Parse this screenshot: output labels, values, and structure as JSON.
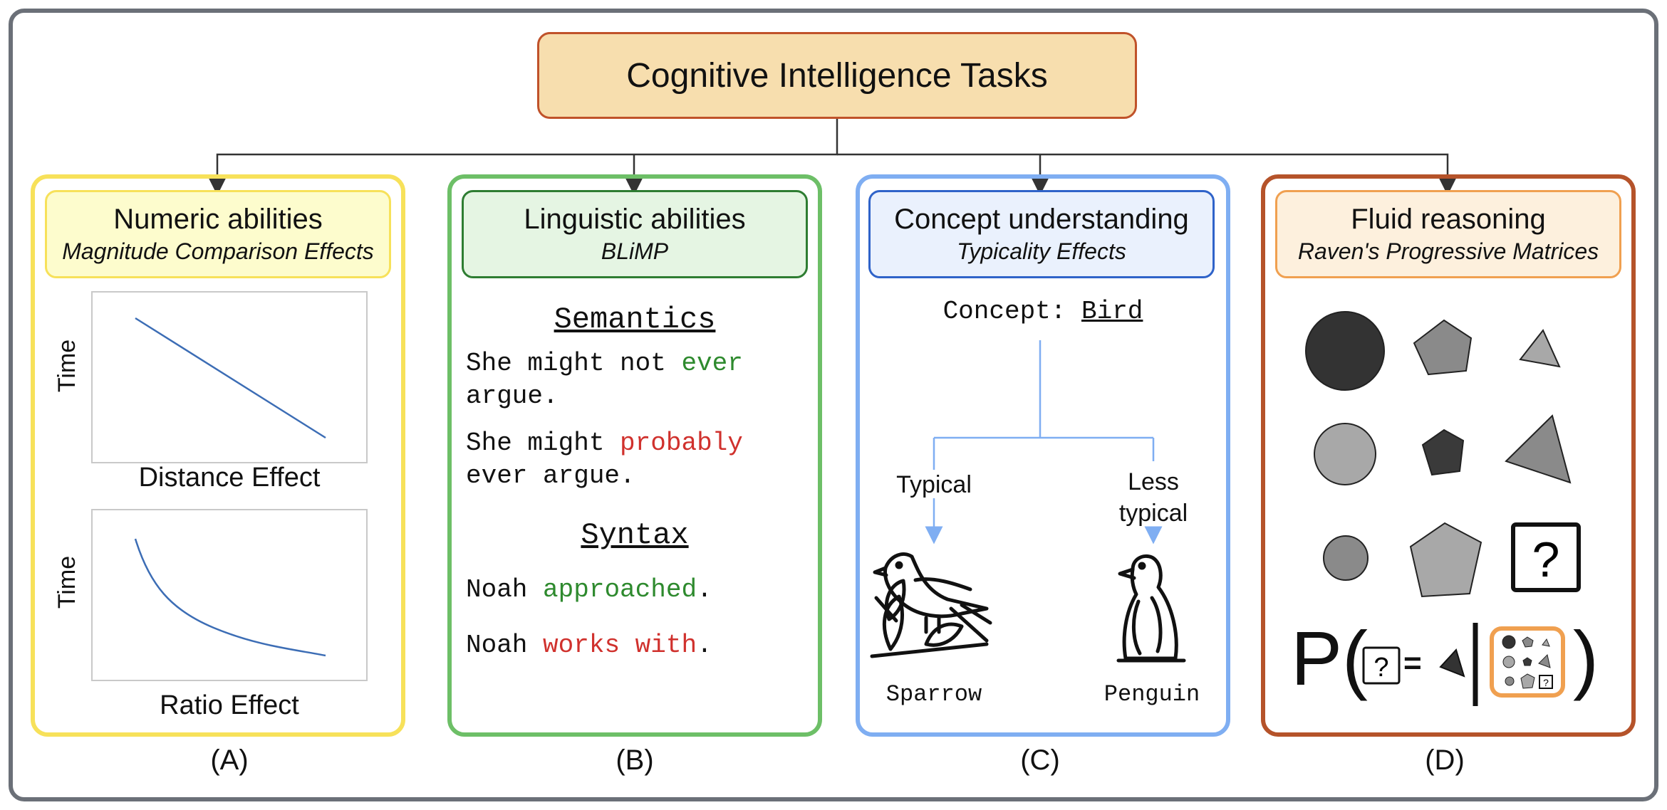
{
  "title": "Cognitive Intelligence Tasks",
  "panels": {
    "a": {
      "title": "Numeric abilities",
      "subtitle": "Magnitude Comparison Effects",
      "y_label_top": "Time",
      "caption_top": "Distance Effect",
      "y_label_bottom": "Time",
      "caption_bottom": "Ratio Effect",
      "letter": "(A)"
    },
    "b": {
      "title": "Linguistic abilities",
      "subtitle": "BLiMP",
      "semantics_heading": "Semantics",
      "sem1_prefix": "She might not ",
      "sem1_word": "ever",
      "sem1_suffix": "\nargue.",
      "sem2_prefix": "She might ",
      "sem2_word": "probably",
      "sem2_suffix": "\never argue.",
      "syntax_heading": "Syntax",
      "syn1_prefix": "Noah ",
      "syn1_word": "approached",
      "syn1_suffix": ".",
      "syn2_prefix": "Noah ",
      "syn2_word": "works with",
      "syn2_suffix": ".",
      "letter": "(B)"
    },
    "c": {
      "title": "Concept understanding",
      "subtitle": "Typicality Effects",
      "concept_prefix": "Concept: ",
      "concept_word": "Bird",
      "typical": "Typical",
      "less_typical_1": "Less",
      "less_typical_2": "typical",
      "sparrow": "Sparrow",
      "penguin": "Penguin",
      "letter": "(C)"
    },
    "d": {
      "title": "Fluid reasoning",
      "subtitle": "Raven's Progressive Matrices",
      "question_mark": "?",
      "formula_p": "P(",
      "formula_eq": "=",
      "formula_close": ")",
      "letter": "(D)"
    }
  },
  "colors": {
    "frame": "#6b7078",
    "title_fill": "#f7deae",
    "title_border": "#c0522a",
    "panel_a": "#f7e15a",
    "panel_b": "#6dbf67",
    "panel_c": "#7faef2",
    "panel_d": "#b5532a",
    "plot_line": "#3c6db5",
    "green_word": "#2e8a2e",
    "red_word": "#d0312d"
  },
  "icons": [
    "sparrow-icon",
    "penguin-icon"
  ]
}
